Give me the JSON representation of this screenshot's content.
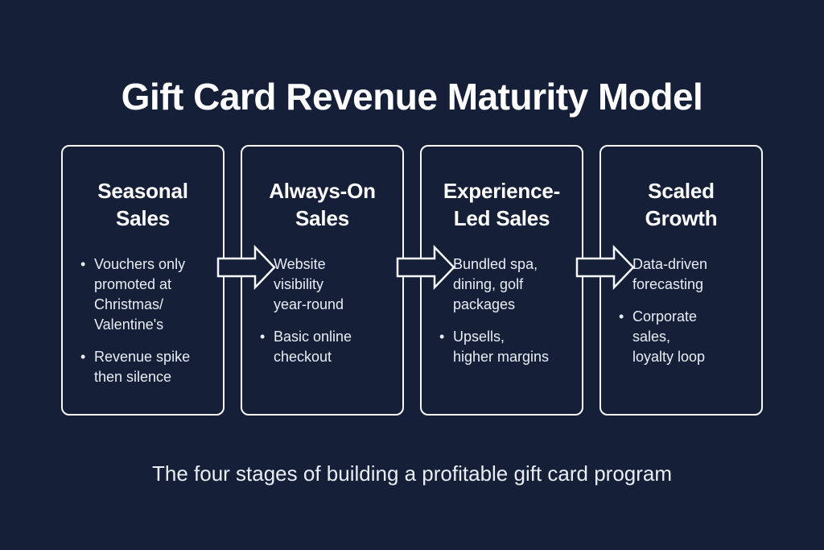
{
  "page": {
    "title": "Gift Card Revenue Maturity Model",
    "caption": "The four stages of building a profitable gift card program"
  },
  "colors": {
    "background": "#151f38",
    "line_white": "#f7f8fa",
    "heading_text": "#ffffff",
    "body_text": "#e9edf4"
  },
  "icons": {
    "stage_arrow": "right-block-arrow"
  },
  "stages": [
    {
      "title_lines": [
        "Seasonal",
        "Sales"
      ],
      "bullets": [
        [
          "Vouchers only",
          "promoted at",
          "Christmas/",
          "Valentine's"
        ],
        [
          "Revenue spike",
          "then silence"
        ]
      ]
    },
    {
      "title_lines": [
        "Always-On",
        "Sales"
      ],
      "bullets": [
        [
          "Website",
          "visibility",
          "year-round"
        ],
        [
          "Basic online",
          "checkout"
        ]
      ]
    },
    {
      "title_lines": [
        "Experience-",
        "Led Sales"
      ],
      "bullets": [
        [
          "Bundled spa,",
          "dining, golf",
          "packages"
        ],
        [
          "Upsells,",
          "higher margins"
        ]
      ]
    },
    {
      "title_lines": [
        "Scaled",
        "Growth"
      ],
      "bullets": [
        [
          "Data-driven",
          "forecasting"
        ],
        [
          "Corporate",
          "sales,",
          "loyalty loop"
        ]
      ]
    }
  ]
}
